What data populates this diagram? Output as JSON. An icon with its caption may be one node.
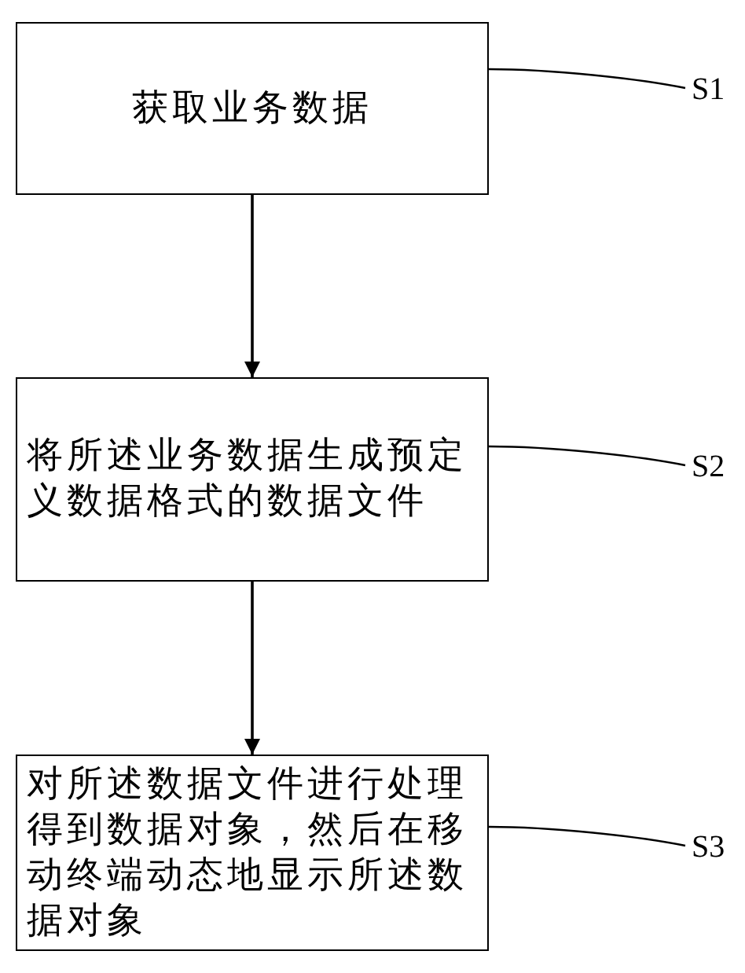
{
  "diagram": {
    "nodes": [
      {
        "text": [
          "获取业务数据"
        ]
      },
      {
        "text": [
          "S1"
        ]
      },
      {
        "text": [
          "将所述业务数据生成预定义数据格式的数据文件"
        ]
      },
      {
        "text": [
          "S2"
        ]
      },
      {
        "text": [
          "对所述数据文件进行处理得到数据对象，然后在移动终端动态地显示所述数据对象"
        ]
      },
      {
        "text": [
          "S3"
        ]
      }
    ],
    "edges": [
      {
        "from": 0,
        "to": 2,
        "arrow": "to"
      },
      {
        "from": 2,
        "to": 4,
        "arrow": "to"
      },
      {
        "from": 1,
        "to": 0,
        "arrow": "none"
      },
      {
        "from": 3,
        "to": 2,
        "arrow": "none"
      },
      {
        "from": 5,
        "to": 4,
        "arrow": "none"
      }
    ]
  }
}
